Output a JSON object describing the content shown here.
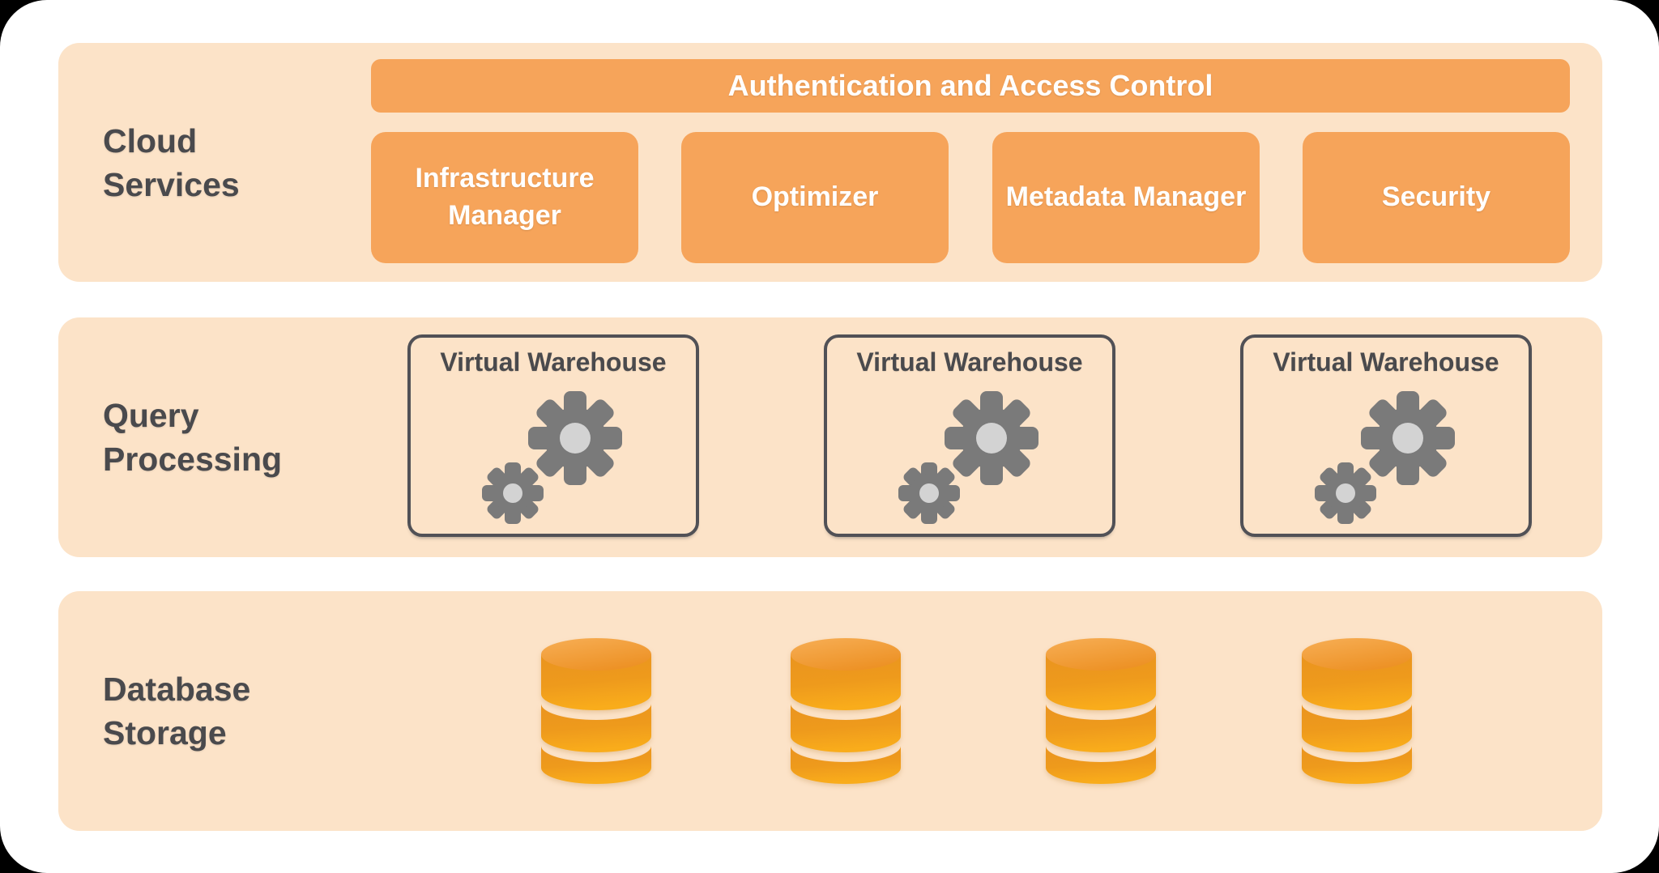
{
  "colors": {
    "accent_orange": "#F6A45A",
    "panel_peach": "#FCE3C8",
    "gear_gray": "#7A7A7A",
    "gear_hub_gray": "#D3D3D3",
    "text_dark": "#4A4A4D",
    "database_orange_dark": "#EA941F",
    "database_orange_gold": "#F9AC1B",
    "canvas_white": "#FFFFFF"
  },
  "layers": {
    "cloud_services": {
      "label": "Cloud Services",
      "banner_label": "Authentication and Access Control",
      "services": [
        "Infrastructure Manager",
        "Optimizer",
        "Metadata Manager",
        "Security"
      ]
    },
    "query_processing": {
      "label": "Query Processing",
      "warehouses": [
        {
          "label": "Virtual Warehouse"
        },
        {
          "label": "Virtual Warehouse"
        },
        {
          "label": "Virtual Warehouse"
        }
      ]
    },
    "database_storage": {
      "label": "Database Storage",
      "database_count": 4
    }
  }
}
